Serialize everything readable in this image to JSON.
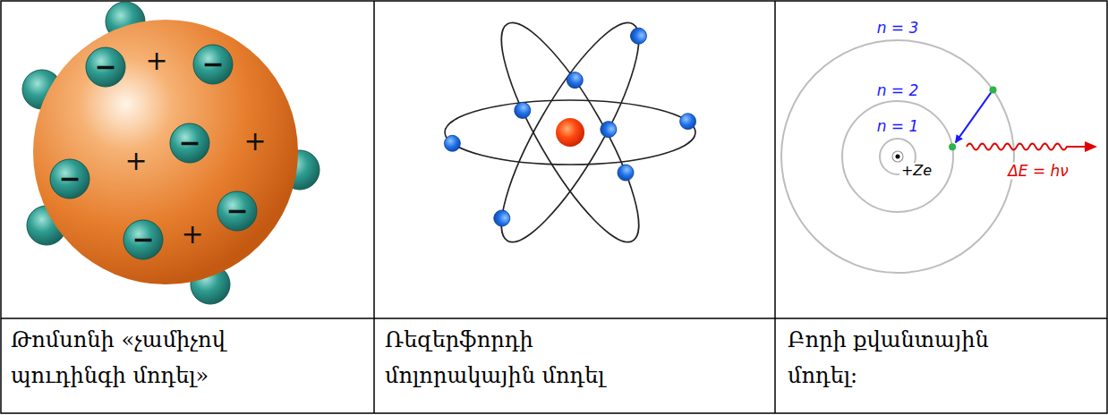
{
  "diagram": {
    "labels": [
      "Թոմսոնի «չամիչով պուդինգի մոդել»",
      "Ռեզերֆորդի մոլորակային մոդել",
      "Բորի քվանտային մոդել։",
      "n = 3",
      "n = 2",
      "n = 1",
      "+Ze",
      "ΔE = hν",
      "+",
      "+",
      "+",
      "+",
      "−",
      "−",
      "−",
      "−",
      "−",
      "−"
    ]
  }
}
